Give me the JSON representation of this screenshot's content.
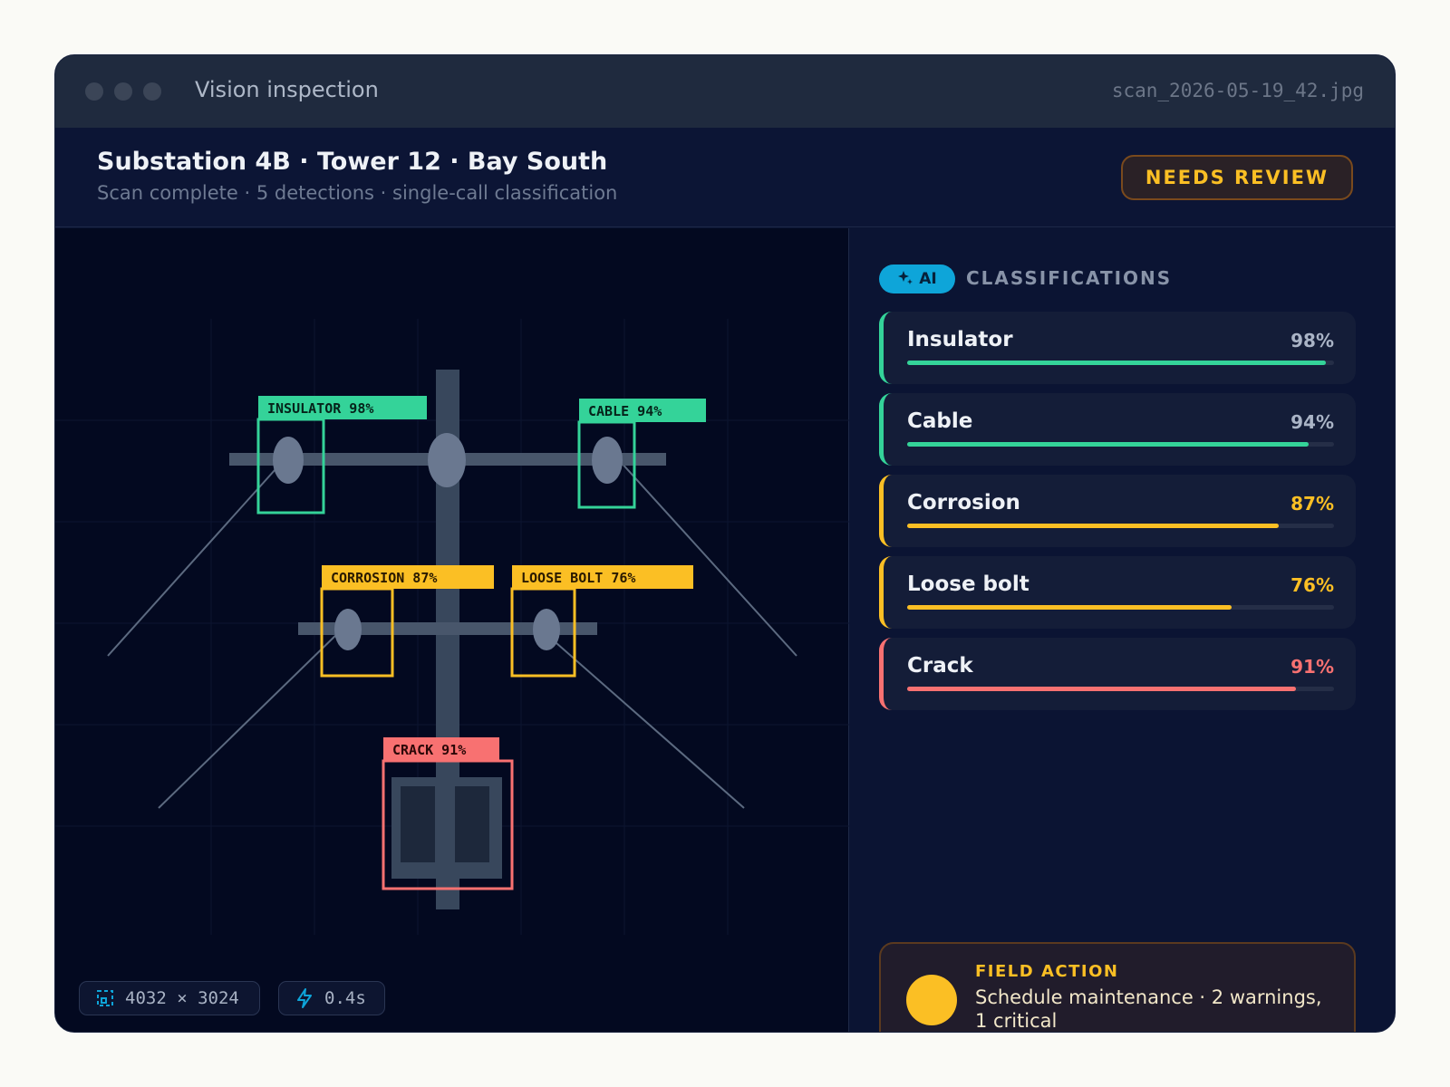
{
  "window": {
    "title": "Vision inspection",
    "filename": "scan_2026-05-19_42.jpg"
  },
  "header": {
    "title": "Substation 4B · Tower 12 · Bay South",
    "subtitle": "Scan complete · 5 detections · single-call classification",
    "status": "NEEDS REVIEW"
  },
  "viewer": {
    "detections": [
      {
        "label": "INSULATOR 98%",
        "severity": "ok"
      },
      {
        "label": "CABLE 94%",
        "severity": "ok"
      },
      {
        "label": "CORROSION 87%",
        "severity": "warning"
      },
      {
        "label": "LOOSE BOLT 76%",
        "severity": "warning"
      },
      {
        "label": "CRACK 91%",
        "severity": "critical"
      }
    ],
    "resolution": "4032 × 3024",
    "latency": "0.4s",
    "resolution_icon": "dimensions-icon",
    "latency_icon": "lightning-icon"
  },
  "panel": {
    "ai_badge": "AI",
    "ai_icon": "sparkle-icon",
    "section_title": "CLASSIFICATIONS",
    "classifications": [
      {
        "label": "Insulator",
        "pct": "98%",
        "value": 0.98,
        "color": "#34d399",
        "pct_color": "#aab4c6"
      },
      {
        "label": "Cable",
        "pct": "94%",
        "value": 0.94,
        "color": "#34d399",
        "pct_color": "#aab4c6"
      },
      {
        "label": "Corrosion",
        "pct": "87%",
        "value": 0.87,
        "color": "#fbbf24",
        "pct_color": "#fbbf24"
      },
      {
        "label": "Loose bolt",
        "pct": "76%",
        "value": 0.76,
        "color": "#fbbf24",
        "pct_color": "#fbbf24"
      },
      {
        "label": "Crack",
        "pct": "91%",
        "value": 0.91,
        "color": "#f87171",
        "pct_color": "#f87171"
      }
    ],
    "action": {
      "label": "FIELD ACTION",
      "text": "Schedule maintenance · 2 warnings, 1 critical"
    }
  },
  "colors": {
    "ok": "#34d399",
    "warning": "#fbbf24",
    "critical": "#f87171",
    "accent": "#0ea5d9"
  }
}
